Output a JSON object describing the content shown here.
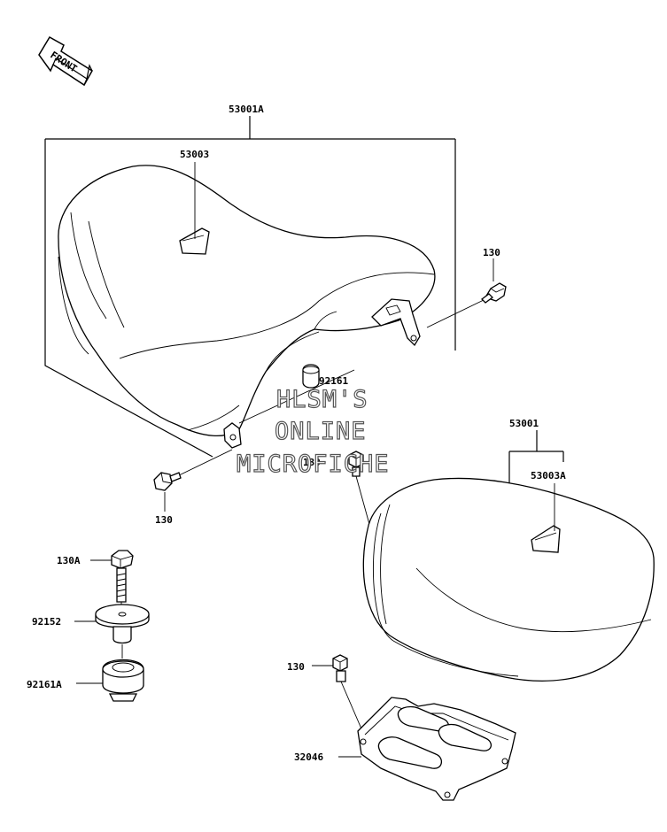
{
  "front_arrow": {
    "label": "FRONT",
    "icon": "front-arrow-icon"
  },
  "labels": {
    "l53001A": "53001A",
    "l53003": "53003",
    "l130_top": "130",
    "l92161": "92161",
    "l130_left": "130",
    "l130_mid": "130",
    "l53001": "53001",
    "l53003A": "53003A",
    "l130A": "130A",
    "l92152": "92152",
    "l92161A": "92161A",
    "l130_bottom": "130",
    "l32046": "32046"
  },
  "watermark": {
    "line1": "HLSM'S",
    "line2": "ONLINE",
    "line3": "MICROFICHE"
  }
}
